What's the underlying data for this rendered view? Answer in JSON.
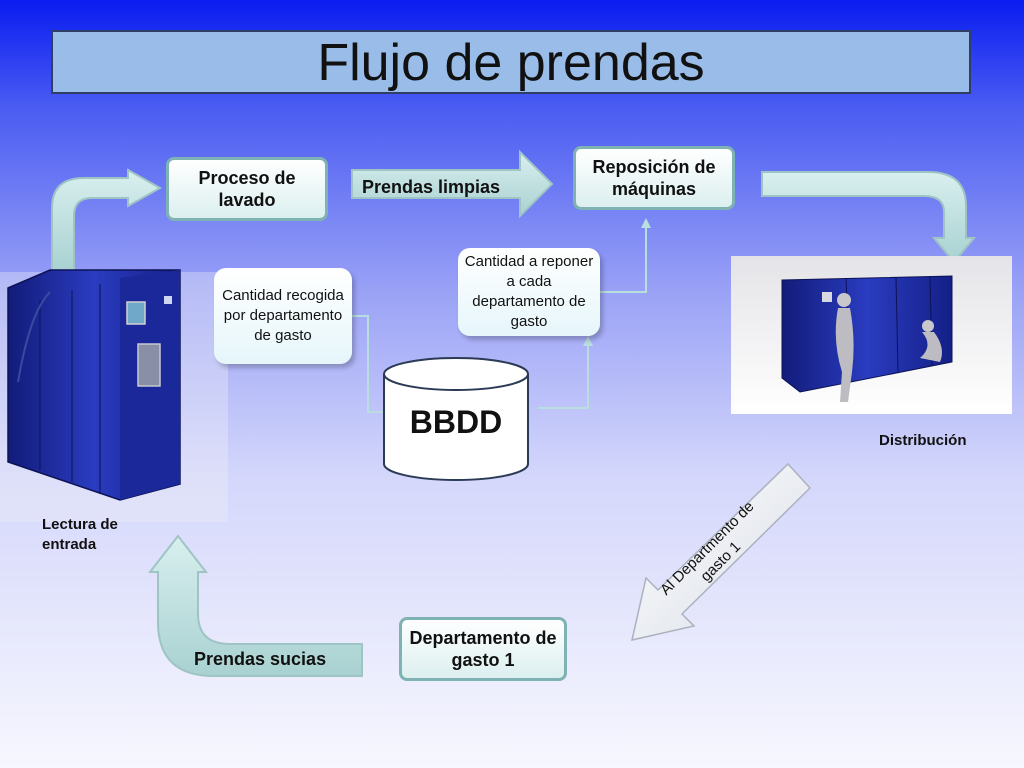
{
  "title": "Flujo de prendas",
  "boxes": {
    "proceso_lavado": "Proceso de lavado",
    "reposicion": "Reposición de máquinas",
    "departamento": "Departamento de gasto 1"
  },
  "callouts": {
    "cantidad_recogida": "Cantidad recogida por departamento de gasto",
    "cantidad_reponer": "Cantidad a reponer a cada departamento de gasto"
  },
  "database_label": "BBDD",
  "arrows": {
    "prendas_limpias": "Prendas limpias",
    "prendas_sucias": "Prendas sucias",
    "al_departamento": "Al Departmento de gasto 1"
  },
  "captions": {
    "lectura_entrada": "Lectura de entrada",
    "distribucion": "Distribución"
  },
  "colors": {
    "title_bar": "#99bde8",
    "box_border": "#7fb3b3",
    "arrow_fill": "#b8dcdc",
    "machine_blue": "#1e2fa8"
  }
}
